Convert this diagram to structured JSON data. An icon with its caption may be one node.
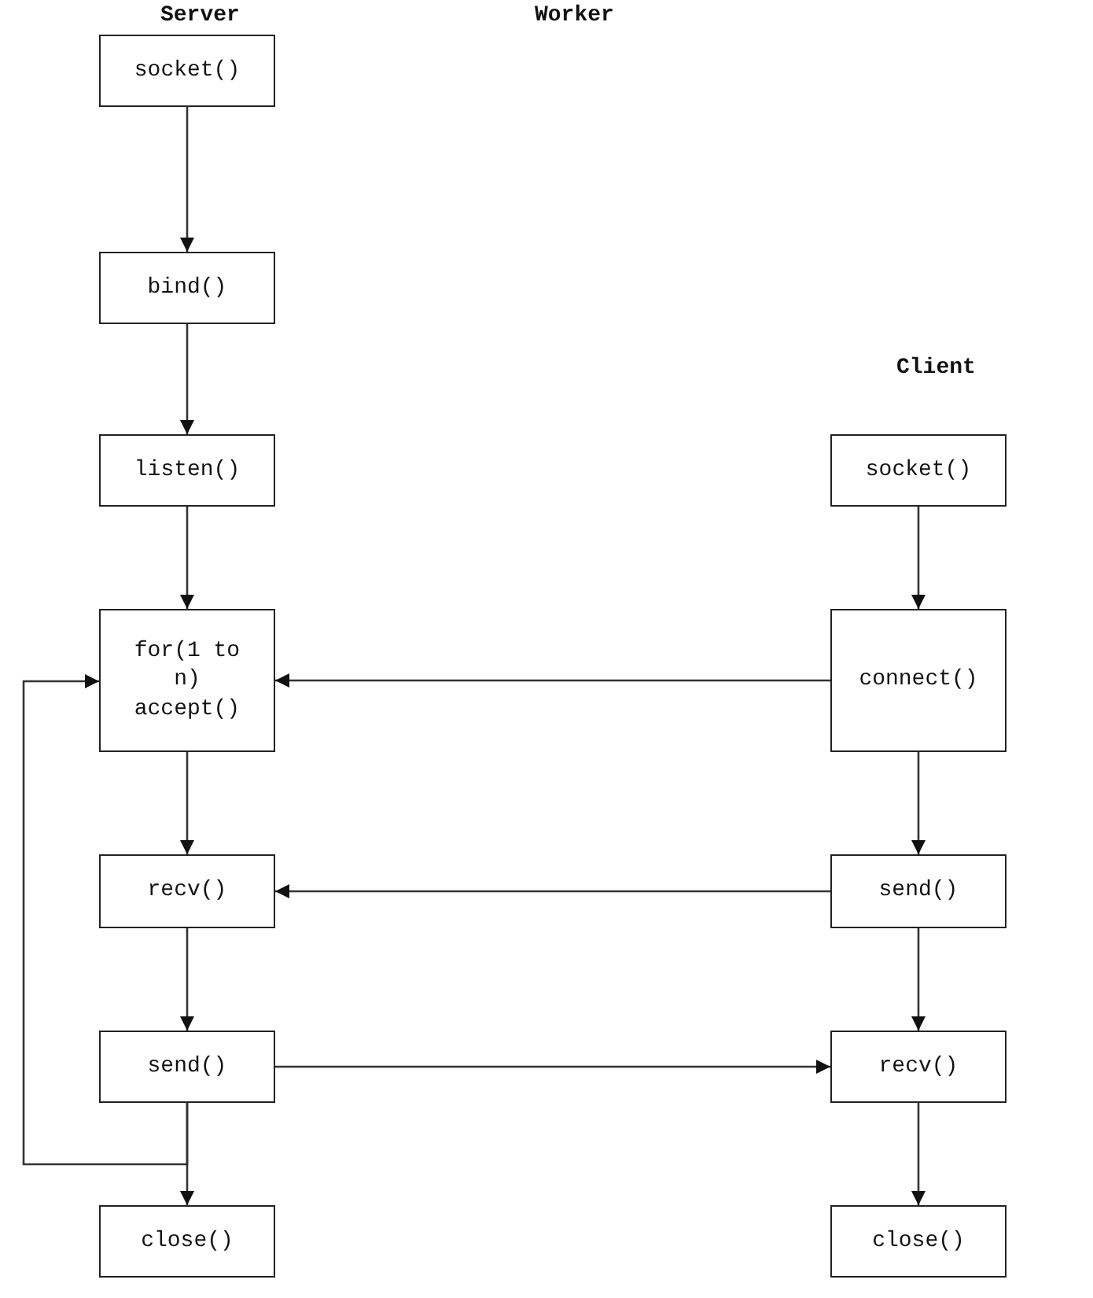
{
  "diagram": {
    "nodes": [
      {
        "text": [
          "socket()"
        ]
      },
      {
        "text": [
          "bind()"
        ]
      },
      {
        "text": [
          "listen()"
        ]
      },
      {
        "text": [
          "for(1 to n) accept()"
        ]
      },
      {
        "text": [
          "recv()"
        ]
      },
      {
        "text": [
          "send()"
        ]
      },
      {
        "text": [
          "close()"
        ]
      },
      {
        "text": [
          "socket()"
        ]
      },
      {
        "text": [
          "connect()"
        ]
      },
      {
        "text": [
          "send()"
        ]
      },
      {
        "text": [
          "recv()"
        ]
      },
      {
        "text": [
          "close()"
        ]
      }
    ],
    "edges": [
      {
        "from": 0,
        "to": 1,
        "arrow": "to"
      },
      {
        "from": 1,
        "to": 2,
        "arrow": "to"
      },
      {
        "from": 2,
        "to": 3,
        "arrow": "to"
      },
      {
        "from": 3,
        "to": 4,
        "arrow": "to"
      },
      {
        "from": 4,
        "to": 5,
        "arrow": "to"
      },
      {
        "from": 5,
        "to": 6,
        "arrow": "to"
      },
      {
        "from": 7,
        "to": 8,
        "arrow": "to"
      },
      {
        "from": 8,
        "to": 9,
        "arrow": "to"
      },
      {
        "from": 9,
        "to": 10,
        "arrow": "to"
      },
      {
        "from": 10,
        "to": 11,
        "arrow": "to"
      },
      {
        "from": 8,
        "to": 3,
        "arrow": "to"
      },
      {
        "from": 9,
        "to": 4,
        "arrow": "to"
      },
      {
        "from": 5,
        "to": 10,
        "arrow": "to"
      },
      {
        "from": 5,
        "to": 3,
        "arrow": "to"
      }
    ],
    "labels": [
      "Server",
      "Worker",
      "Client"
    ]
  }
}
